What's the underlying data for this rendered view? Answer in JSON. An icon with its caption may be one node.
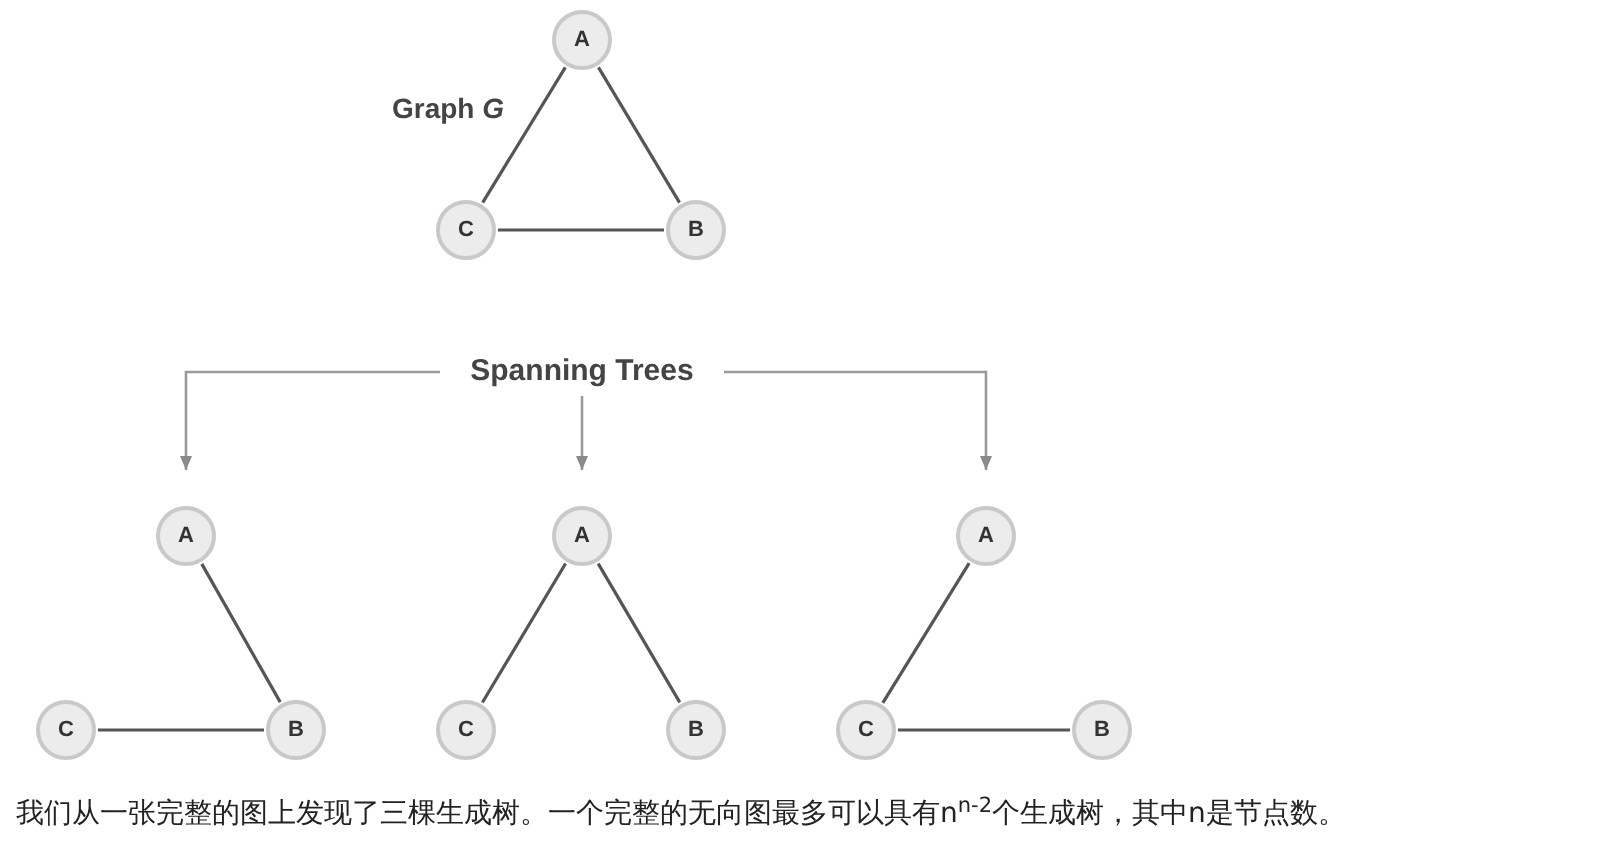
{
  "diagram": {
    "caption": "我们从一张完整的图上发现了三棵生成树。一个完整的无向图最多可以具有n$^{n-2}$个生成树，其中n是节点数。",
    "nodes": [
      {
        "text": [
          "A"
        ]
      },
      {
        "text": [
          "C"
        ]
      },
      {
        "text": [
          "B"
        ]
      },
      {
        "text": [
          "Spanning Trees"
        ]
      },
      {
        "text": [
          "A"
        ]
      },
      {
        "text": [
          "C"
        ]
      },
      {
        "text": [
          "B"
        ]
      },
      {
        "text": [
          "A"
        ]
      },
      {
        "text": [
          "C"
        ]
      },
      {
        "text": [
          "B"
        ]
      },
      {
        "text": [
          "A"
        ]
      },
      {
        "text": [
          "C"
        ]
      },
      {
        "text": [
          "B"
        ]
      }
    ],
    "edges": [
      {
        "from": 0,
        "to": 1,
        "arrow": "none"
      },
      {
        "from": 0,
        "to": 2,
        "arrow": "none"
      },
      {
        "from": 1,
        "to": 2,
        "arrow": "none"
      },
      {
        "from": 3,
        "to": 4,
        "arrow": "to"
      },
      {
        "from": 3,
        "to": 7,
        "arrow": "to"
      },
      {
        "from": 3,
        "to": 10,
        "arrow": "to"
      },
      {
        "from": 4,
        "to": 6,
        "arrow": "none"
      },
      {
        "from": 5,
        "to": 6,
        "arrow": "none"
      },
      {
        "from": 7,
        "to": 8,
        "arrow": "none"
      },
      {
        "from": 7,
        "to": 9,
        "arrow": "none"
      },
      {
        "from": 10,
        "to": 11,
        "arrow": "none"
      },
      {
        "from": 11,
        "to": 12,
        "arrow": "none"
      }
    ],
    "labels": [
      "Graph *G*"
    ]
  }
}
